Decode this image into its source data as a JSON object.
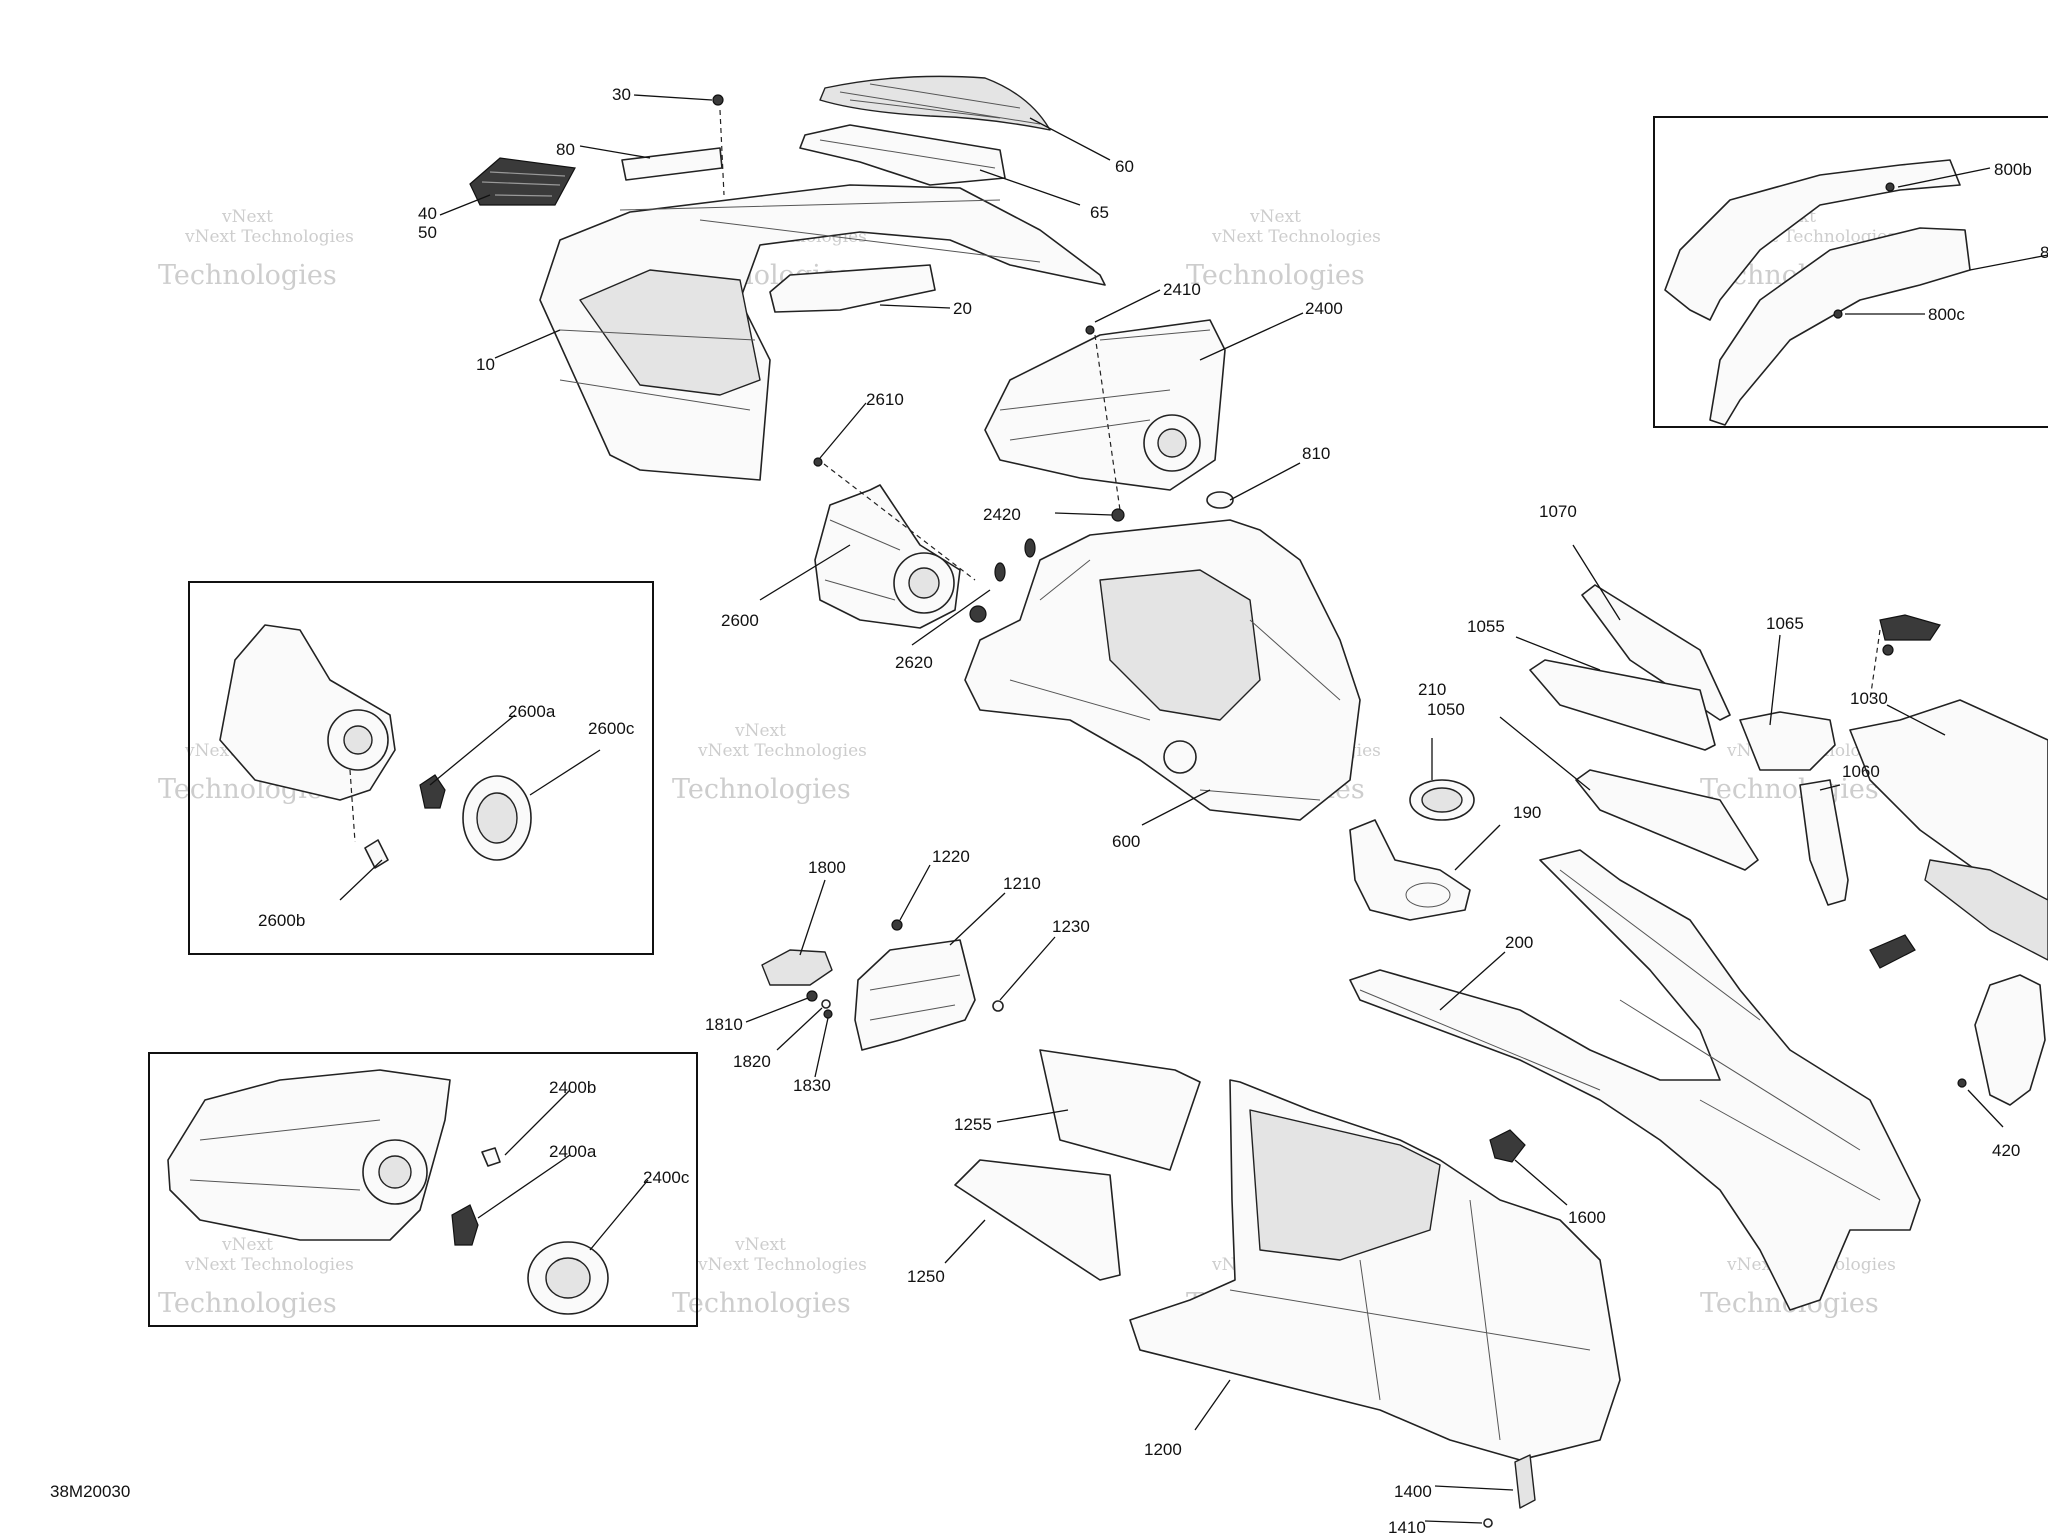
{
  "diagram_code": "38M20030",
  "watermark": {
    "line1": "vNext",
    "line2": "vNext Technologies",
    "line3": "Technologies"
  },
  "callouts": {
    "c30": "30",
    "c80": "80",
    "c60": "60",
    "c65": "65",
    "c40": "40",
    "c50": "50",
    "c10": "10",
    "c20": "20",
    "c2410": "2410",
    "c2400": "2400",
    "c2610": "2610",
    "c810": "810",
    "c2420": "2420",
    "c2600": "2600",
    "c2620": "2620",
    "c600": "600",
    "c1070": "1070",
    "c1055": "1055",
    "c1065": "1065",
    "c1030": "1030",
    "c1060": "1060",
    "c1050": "1050",
    "c210": "210",
    "c190": "190",
    "c200": "200",
    "c1800": "1800",
    "c1220": "1220",
    "c1210": "1210",
    "c1230": "1230",
    "c1810": "1810",
    "c1820": "1820",
    "c1830": "1830",
    "c1255": "1255",
    "c1250": "1250",
    "c1200": "1200",
    "c1600": "1600",
    "c420": "420",
    "c1400": "1400",
    "c1410": "1410",
    "c800b": "800b",
    "c800c": "800c",
    "c800a_cut": "8",
    "c2600a": "2600a",
    "c2600c": "2600c",
    "c2600b": "2600b",
    "c2400b": "2400b",
    "c2400a": "2400a",
    "c2400c": "2400c"
  }
}
